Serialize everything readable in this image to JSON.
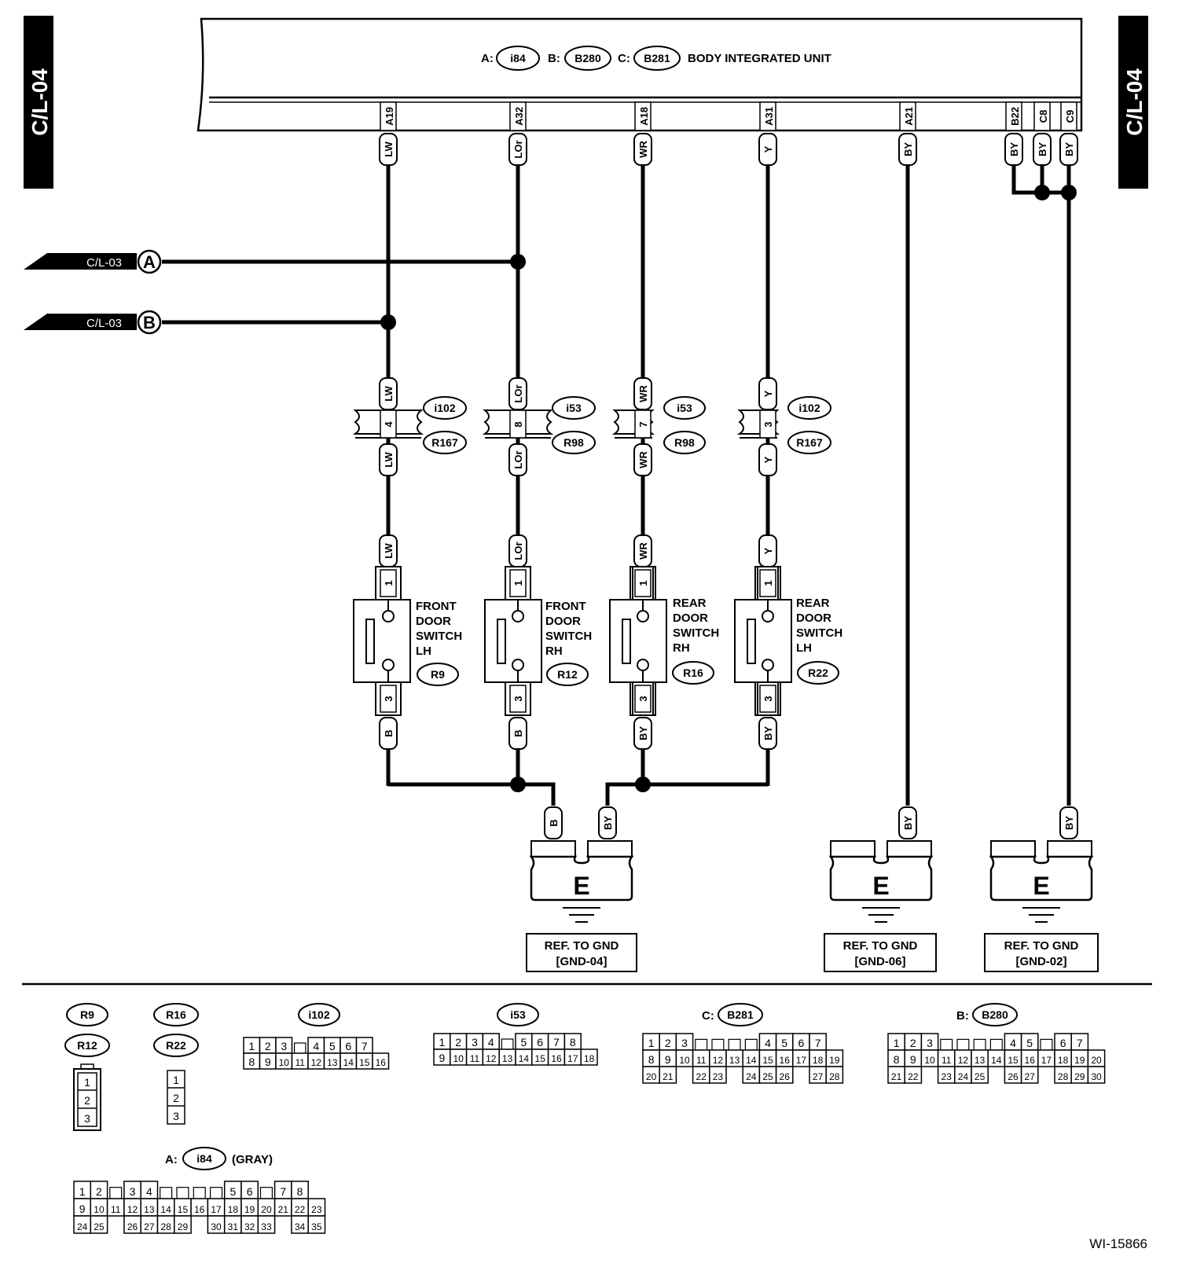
{
  "page_tag": "C/L-04",
  "figure_id": "WI-15866",
  "bcm": {
    "connectors": [
      {
        "prefix": "A:",
        "id": "i84"
      },
      {
        "prefix": "B:",
        "id": "B280"
      },
      {
        "prefix": "C:",
        "id": "B281"
      }
    ],
    "name": "BODY INTEGRATED UNIT"
  },
  "wires": [
    {
      "pin": "A19",
      "color": "LW"
    },
    {
      "pin": "A32",
      "color": "LOr"
    },
    {
      "pin": "A18",
      "color": "WR"
    },
    {
      "pin": "A31",
      "color": "Y"
    },
    {
      "pin": "A21",
      "color": "BY"
    },
    {
      "pin": "B22",
      "color": "BY"
    },
    {
      "pin": "C8",
      "color": "BY"
    },
    {
      "pin": "C9",
      "color": "BY"
    }
  ],
  "offpage": [
    {
      "ref": "C/L-03",
      "letter": "A"
    },
    {
      "ref": "C/L-03",
      "letter": "B"
    }
  ],
  "inline_connectors": [
    {
      "pin": "4",
      "top_id": "i102",
      "bottom_id": "R167",
      "wire": "LW"
    },
    {
      "pin": "8",
      "top_id": "i53",
      "bottom_id": "R98",
      "wire": "LOr"
    },
    {
      "pin": "7",
      "top_id": "i53",
      "bottom_id": "R98",
      "wire": "WR"
    },
    {
      "pin": "3",
      "top_id": "i102",
      "bottom_id": "R167",
      "wire": "Y"
    }
  ],
  "switches": [
    {
      "lines": [
        "FRONT",
        "DOOR",
        "SWITCH",
        "LH"
      ],
      "id": "R9",
      "pin_top": "1",
      "pin_bottom": "3",
      "wire_top": "LW",
      "wire_bottom": "B"
    },
    {
      "lines": [
        "FRONT",
        "DOOR",
        "SWITCH",
        "RH"
      ],
      "id": "R12",
      "pin_top": "1",
      "pin_bottom": "3",
      "wire_top": "LOr",
      "wire_bottom": "B"
    },
    {
      "lines": [
        "REAR",
        "DOOR",
        "SWITCH",
        "RH"
      ],
      "id": "R16",
      "pin_top": "1",
      "pin_bottom": "3",
      "wire_top": "WR",
      "wire_bottom": "BY"
    },
    {
      "lines": [
        "REAR",
        "DOOR",
        "SWITCH",
        "LH"
      ],
      "id": "R22",
      "pin_top": "1",
      "pin_bottom": "3",
      "wire_top": "Y",
      "wire_bottom": "BY"
    }
  ],
  "grounds": [
    {
      "letter": "E",
      "ref_line1": "REF. TO GND",
      "ref_line2": "[GND-04]",
      "wires": [
        "B",
        "BY"
      ]
    },
    {
      "letter": "E",
      "ref_line1": "REF. TO GND",
      "ref_line2": "[GND-06]",
      "wires": [
        "BY"
      ]
    },
    {
      "letter": "E",
      "ref_line1": "REF. TO GND",
      "ref_line2": "[GND-02]",
      "wires": [
        "BY"
      ]
    }
  ],
  "connector_views": {
    "r9": {
      "ids": [
        "R9",
        "R12"
      ],
      "pins": [
        "1",
        "2",
        "3"
      ]
    },
    "r16": {
      "ids": [
        "R16",
        "R22"
      ],
      "pins": [
        "1",
        "2",
        "3"
      ]
    },
    "i102": {
      "id": "i102",
      "row1": [
        "1",
        "2",
        "3",
        "",
        "4",
        "5",
        "6",
        "7"
      ],
      "row2": [
        "8",
        "9",
        "10",
        "11",
        "12",
        "13",
        "14",
        "15",
        "16"
      ]
    },
    "i53": {
      "id": "i53",
      "row1": [
        "1",
        "2",
        "3",
        "4",
        "",
        "5",
        "6",
        "7",
        "8"
      ],
      "row2": [
        "9",
        "10",
        "11",
        "12",
        "13",
        "14",
        "15",
        "16",
        "17",
        "18"
      ]
    },
    "b281": {
      "prefix": "C:",
      "id": "B281",
      "row1": [
        "1",
        "2",
        "3",
        "",
        "",
        "",
        "",
        "4",
        "5",
        "6",
        "7"
      ],
      "row2": [
        "8",
        "9",
        "10",
        "11",
        "12",
        "13",
        "14",
        "15",
        "16",
        "17",
        "18",
        "19"
      ],
      "row3": [
        "20",
        "21",
        "",
        "22",
        "23",
        "",
        "24",
        "25",
        "26",
        "",
        "27",
        "28"
      ]
    },
    "b280": {
      "prefix": "B:",
      "id": "B280",
      "row1": [
        "1",
        "2",
        "3",
        "",
        "",
        "",
        "",
        "4",
        "5",
        "",
        "6",
        "7"
      ],
      "row2": [
        "8",
        "9",
        "10",
        "11",
        "12",
        "13",
        "14",
        "15",
        "16",
        "17",
        "18",
        "19",
        "20"
      ],
      "row3": [
        "21",
        "22",
        "",
        "23",
        "24",
        "25",
        "",
        "26",
        "27",
        "",
        "28",
        "29",
        "30"
      ]
    },
    "i84": {
      "prefix": "A:",
      "id": "i84",
      "suffix": "(GRAY)",
      "row1": [
        "1",
        "2",
        "",
        "3",
        "4",
        "",
        "",
        "",
        "",
        "5",
        "6",
        "",
        "7",
        "8"
      ],
      "row2": [
        "9",
        "10",
        "11",
        "12",
        "13",
        "14",
        "15",
        "16",
        "17",
        "18",
        "19",
        "20",
        "21",
        "22",
        "23"
      ],
      "row3": [
        "24",
        "25",
        "",
        "26",
        "27",
        "28",
        "29",
        "",
        "30",
        "31",
        "32",
        "33",
        "",
        "34",
        "35"
      ]
    }
  }
}
